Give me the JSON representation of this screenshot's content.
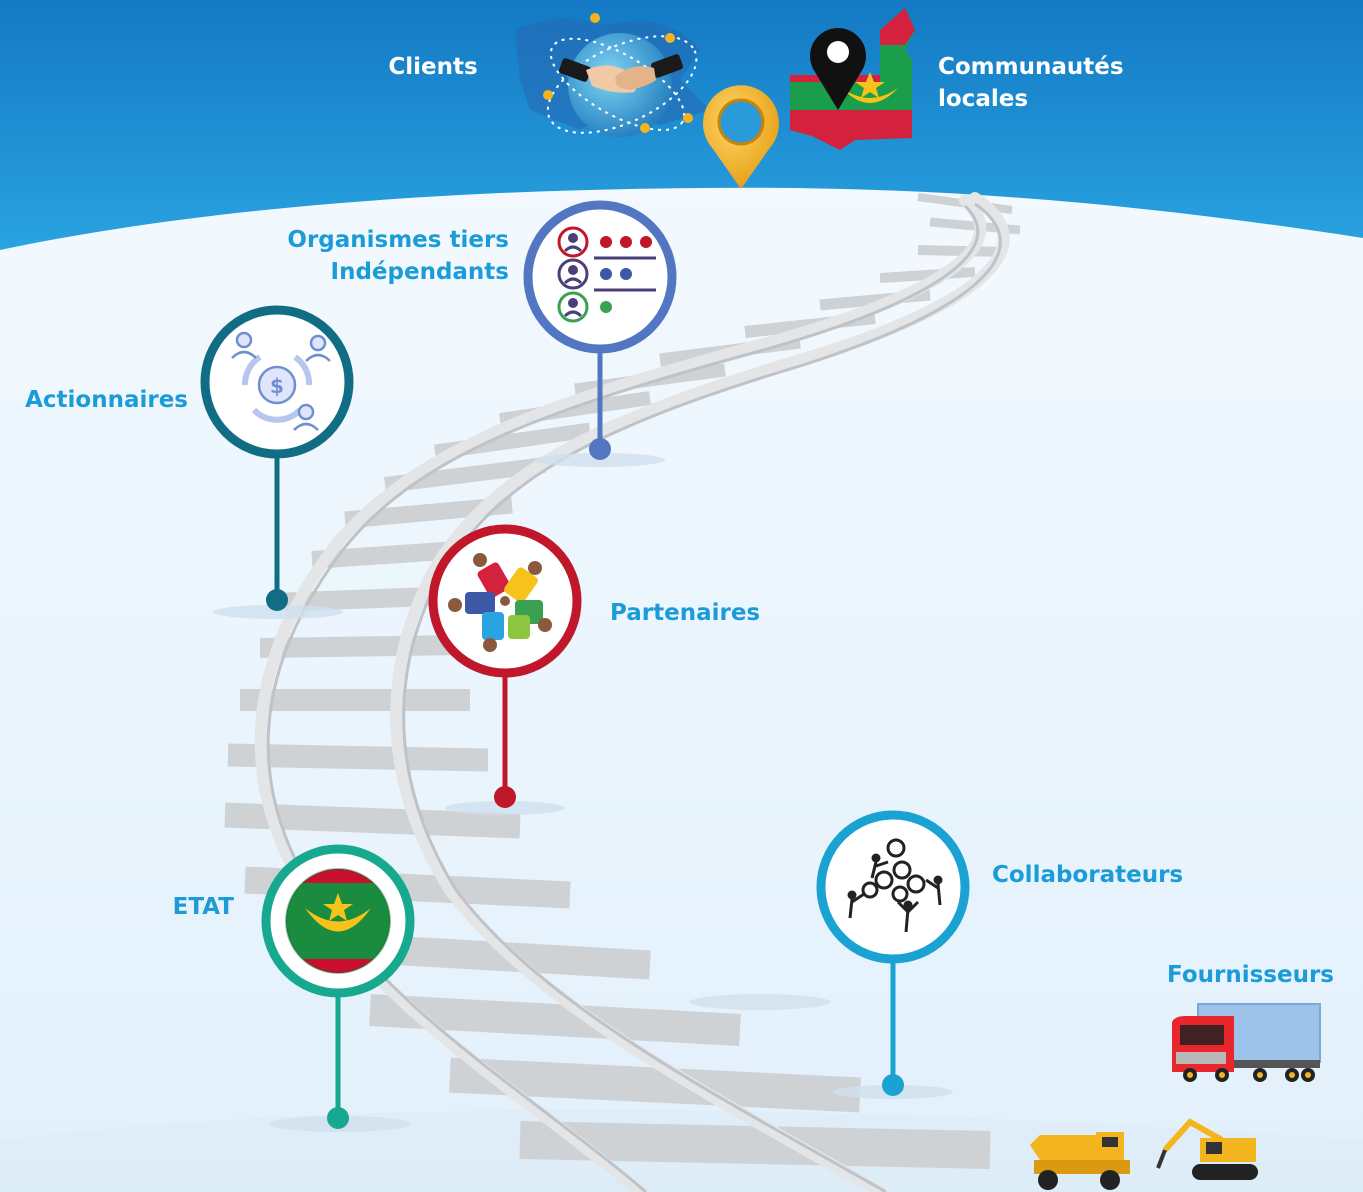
{
  "labels": {
    "clients": "Clients",
    "communautes_line1": "Communautés",
    "communautes_line2": "locales",
    "organismes_line1": "Organismes tiers",
    "organismes_line2": "Indépendants",
    "actionnaires": "Actionnaires",
    "partenaires": "Partenaires",
    "etat": "ETAT",
    "collaborateurs": "Collaborateurs",
    "fournisseurs": "Fournisseurs"
  },
  "colors": {
    "banner_top": "#1379c4",
    "banner_bottom": "#2aa3e0",
    "label_blue": "#1b9cd8",
    "organismes": "#5276c2",
    "actionnaires": "#116d83",
    "partenaires": "#c0182a",
    "etat": "#17a98f",
    "collaborateurs": "#1aa2d2",
    "pin_gold": "#f3b51d",
    "rail": "#d3d6d9"
  },
  "icons": {
    "clients": "handshake-globe-icon",
    "communautes": "mauritania-map-pin-icon",
    "location": "location-pin-icon",
    "organismes": "people-list-icon",
    "actionnaires": "shareholders-money-icon",
    "partenaires": "team-puzzle-icon",
    "etat": "mauritania-flag-icon",
    "collaborateurs": "people-gears-icon",
    "fournisseurs": "trucks-machinery-icon"
  }
}
